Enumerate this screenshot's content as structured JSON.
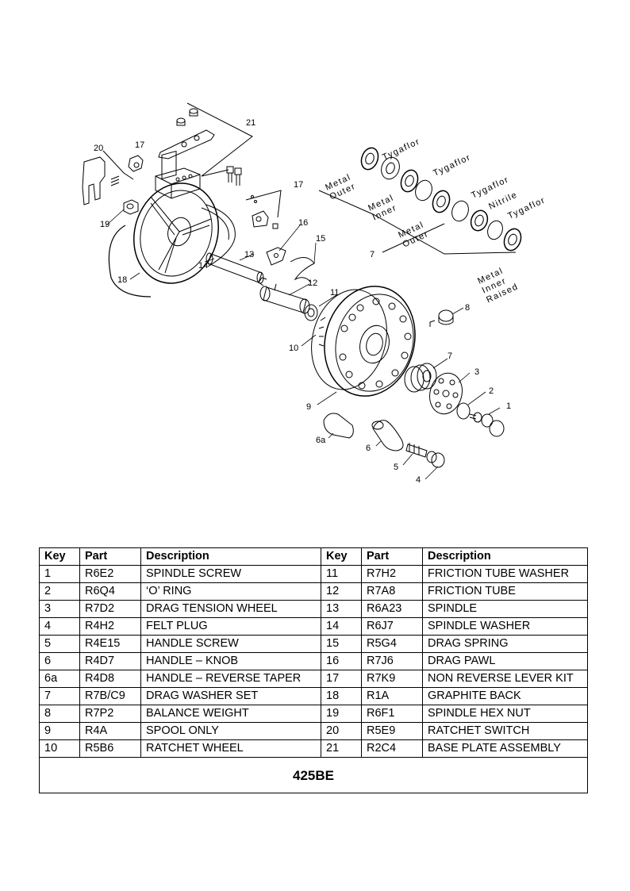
{
  "diagram": {
    "callouts": {
      "k1": "1",
      "k2": "2",
      "k3": "3",
      "k4": "4",
      "k5": "5",
      "k6": "6",
      "k6a": "6a",
      "k7a": "7",
      "k7b": "7",
      "k8": "8",
      "k9": "9",
      "k10": "10",
      "k11": "11",
      "k12": "12",
      "k13": "13",
      "k14": "14",
      "k15": "15",
      "k16": "16",
      "k17a": "17",
      "k17b": "17",
      "k18": "18",
      "k19": "19",
      "k20": "20",
      "k21": "21"
    },
    "washers": {
      "metal_outer_1": "Metal Outer",
      "tygaflor_1": "Tygaflor",
      "metal_inner": "Metal Inner",
      "tygaflor_2": "Tygaflor",
      "metal_outer_2": "Metal Outer",
      "tygaflor_3": "Tygaflor",
      "nitrile": "Nitrile",
      "tygaflor_4": "Tygaflor",
      "metal_inner_raised": "Metal Inner Raised"
    }
  },
  "table": {
    "headers": [
      "Key",
      "Part",
      "Description",
      "Key",
      "Part",
      "Description"
    ],
    "rows": [
      [
        "1",
        "R6E2",
        "SPINDLE SCREW",
        "11",
        "R7H2",
        "FRICTION TUBE WASHER"
      ],
      [
        "2",
        "R6Q4",
        "‘O’ RING",
        "12",
        "R7A8",
        "FRICTION TUBE"
      ],
      [
        "3",
        "R7D2",
        "DRAG TENSION WHEEL",
        "13",
        "R6A23",
        "SPINDLE"
      ],
      [
        "4",
        "R4H2",
        "FELT PLUG",
        "14",
        "R6J7",
        "SPINDLE WASHER"
      ],
      [
        "5",
        "R4E15",
        "HANDLE SCREW",
        "15",
        "R5G4",
        "DRAG SPRING"
      ],
      [
        "6",
        "R4D7",
        "HANDLE – KNOB",
        "16",
        "R7J6",
        "DRAG PAWL"
      ],
      [
        "6a",
        "R4D8",
        "HANDLE – REVERSE TAPER",
        "17",
        "R7K9",
        "NON REVERSE LEVER KIT"
      ],
      [
        "7",
        "R7B/C9",
        "DRAG WASHER SET",
        "18",
        "R1A",
        "GRAPHITE BACK"
      ],
      [
        "8",
        "R7P2",
        "BALANCE WEIGHT",
        "19",
        "R6F1",
        "SPINDLE HEX NUT"
      ],
      [
        "9",
        "R4A",
        "SPOOL ONLY",
        "20",
        "R5E9",
        "RATCHET SWITCH"
      ],
      [
        "10",
        "R5B6",
        "RATCHET WHEEL",
        "21",
        "R2C4",
        "BASE PLATE ASSEMBLY"
      ]
    ],
    "model": "425BE"
  }
}
